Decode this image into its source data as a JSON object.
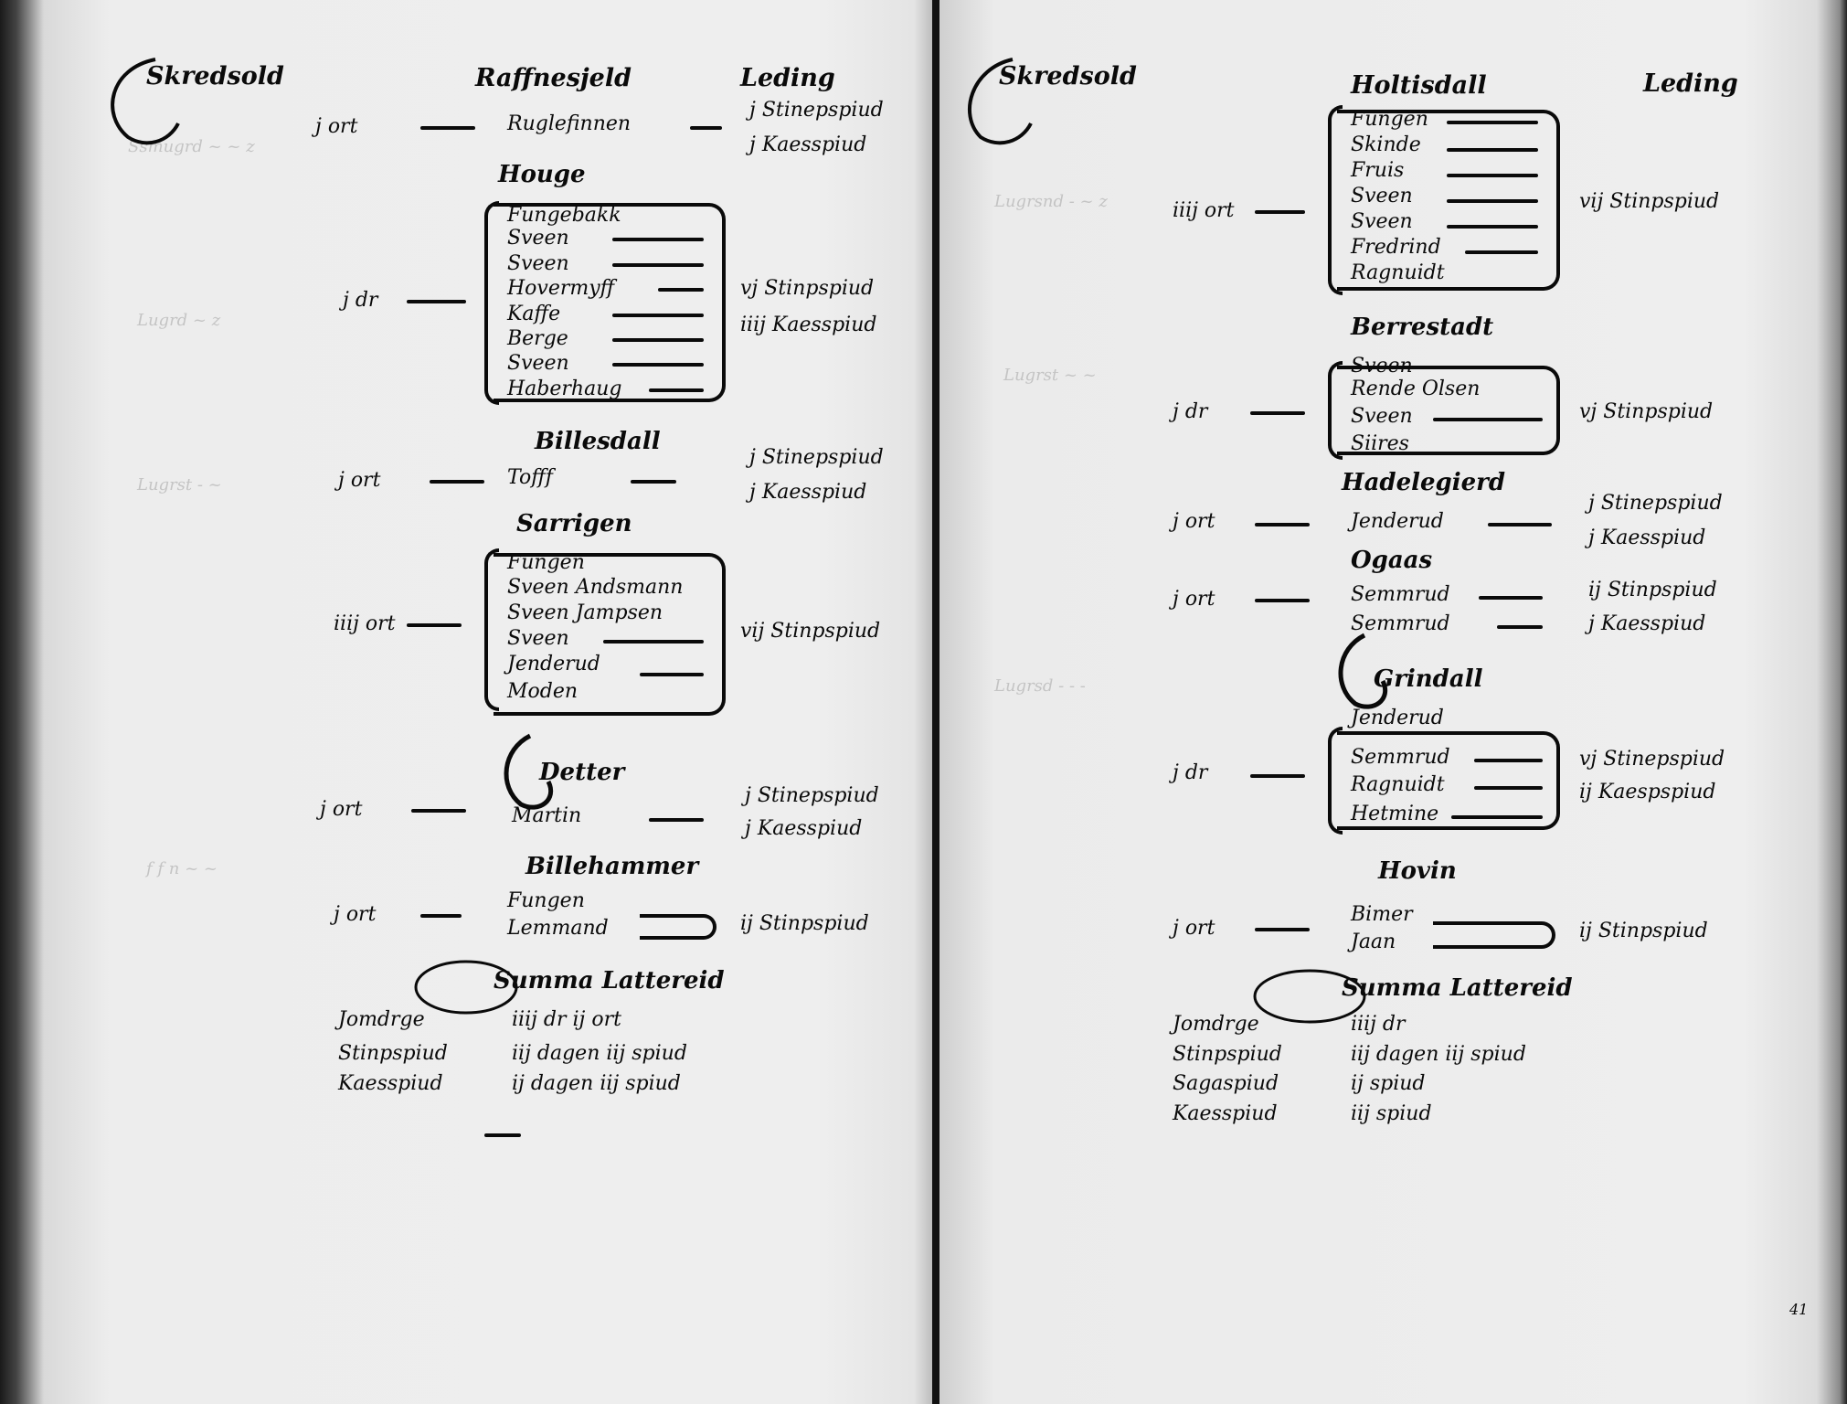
{
  "left_page": {
    "header": {
      "left": "Skredsold",
      "center": "Raffnesjeld",
      "right": "Leding"
    },
    "entries": [
      {
        "label": "j ort",
        "farms": [
          "Ruglefinnen"
        ],
        "levy": [
          "j Stinepspiud",
          "j Kaesspiud"
        ]
      },
      {
        "heading": "Houge",
        "label": "j dr",
        "farms": [
          "Fungebakk",
          "Sveen",
          "Sveen",
          "Hovermyff",
          "Kaffe",
          "Berge",
          "Sveen",
          "Haberhaug"
        ],
        "levy": [
          "vj Stinpspiud",
          "iiij Kaesspiud"
        ]
      },
      {
        "heading": "Billesdall",
        "label": "j ort",
        "farms": [
          "Tofff"
        ],
        "levy": [
          "j Stinepspiud",
          "j Kaesspiud"
        ]
      },
      {
        "heading": "Sarrigen",
        "label": "iiij ort",
        "farms": [
          "Fungen",
          "Sveen Andsmann",
          "Sveen Jampsen",
          "Sveen",
          "Jenderud",
          "Moden"
        ],
        "levy": [
          "vij Stinpspiud"
        ]
      },
      {
        "heading": "Detter",
        "label": "j ort",
        "farms": [
          "Martin"
        ],
        "levy": [
          "j Stinepspiud",
          "j Kaesspiud"
        ]
      },
      {
        "heading": "Billehammer",
        "label": "j ort",
        "farms": [
          "Fungen",
          "Lemmand"
        ],
        "levy": [
          "ij Stinpspiud"
        ]
      }
    ],
    "summary": {
      "heading": "Summa Lattereid",
      "rows": [
        {
          "label": "Jomdrge",
          "value": "iiij dr ij ort"
        },
        {
          "label": "Stinpspiud",
          "value": "iij dagen iij spiud"
        },
        {
          "label": "Kaesspiud",
          "value": "ij dagen iij spiud"
        }
      ]
    }
  },
  "right_page": {
    "header": {
      "left": "Skredsold",
      "center": "Holtisdall",
      "right": "Leding"
    },
    "entries": [
      {
        "label": "iiij ort",
        "farms": [
          "Fungen",
          "Skinde",
          "Fruis",
          "Sveen",
          "Sveen",
          "Fredrind",
          "Ragnuidt"
        ],
        "levy": [
          "vij Stinpspiud"
        ]
      },
      {
        "heading": "Berrestadt",
        "label": "j dr",
        "farms": [
          "Sveen",
          "Rende Olsen",
          "Sveen",
          "Siires"
        ],
        "levy": [
          "vj Stinpspiud"
        ]
      },
      {
        "heading": "Hadelegierd",
        "label": "j ort",
        "farms": [
          "Jenderud"
        ],
        "levy": [
          "j Stinepspiud",
          "j Kaesspiud"
        ]
      },
      {
        "heading": "Ogaas",
        "label": "j ort",
        "farms": [
          "Semmrud",
          "Semmrud"
        ],
        "levy": [
          "ij Stinpspiud",
          "j Kaesspiud"
        ]
      },
      {
        "heading": "Grindall",
        "label": "j dr",
        "farms": [
          "Jenderud",
          "Semmrud",
          "Ragnuidt",
          "Hetmine"
        ],
        "levy": [
          "vj Stinepspiud",
          "ij Kaespspiud"
        ]
      },
      {
        "heading": "Hovin",
        "label": "j ort",
        "farms": [
          "Bimer",
          "Jaan"
        ],
        "levy": [
          "ij Stinpspiud"
        ]
      }
    ],
    "summary": {
      "heading": "Summa Lattereid",
      "rows": [
        {
          "label": "Jomdrge",
          "value": "iiij dr"
        },
        {
          "label": "Stinpspiud",
          "value": "iij dagen iij spiud"
        },
        {
          "label": "Sagaspiud",
          "value": "ij spiud"
        },
        {
          "label": "Kaesspiud",
          "value": "iij spiud"
        }
      ]
    },
    "folio": "41"
  }
}
